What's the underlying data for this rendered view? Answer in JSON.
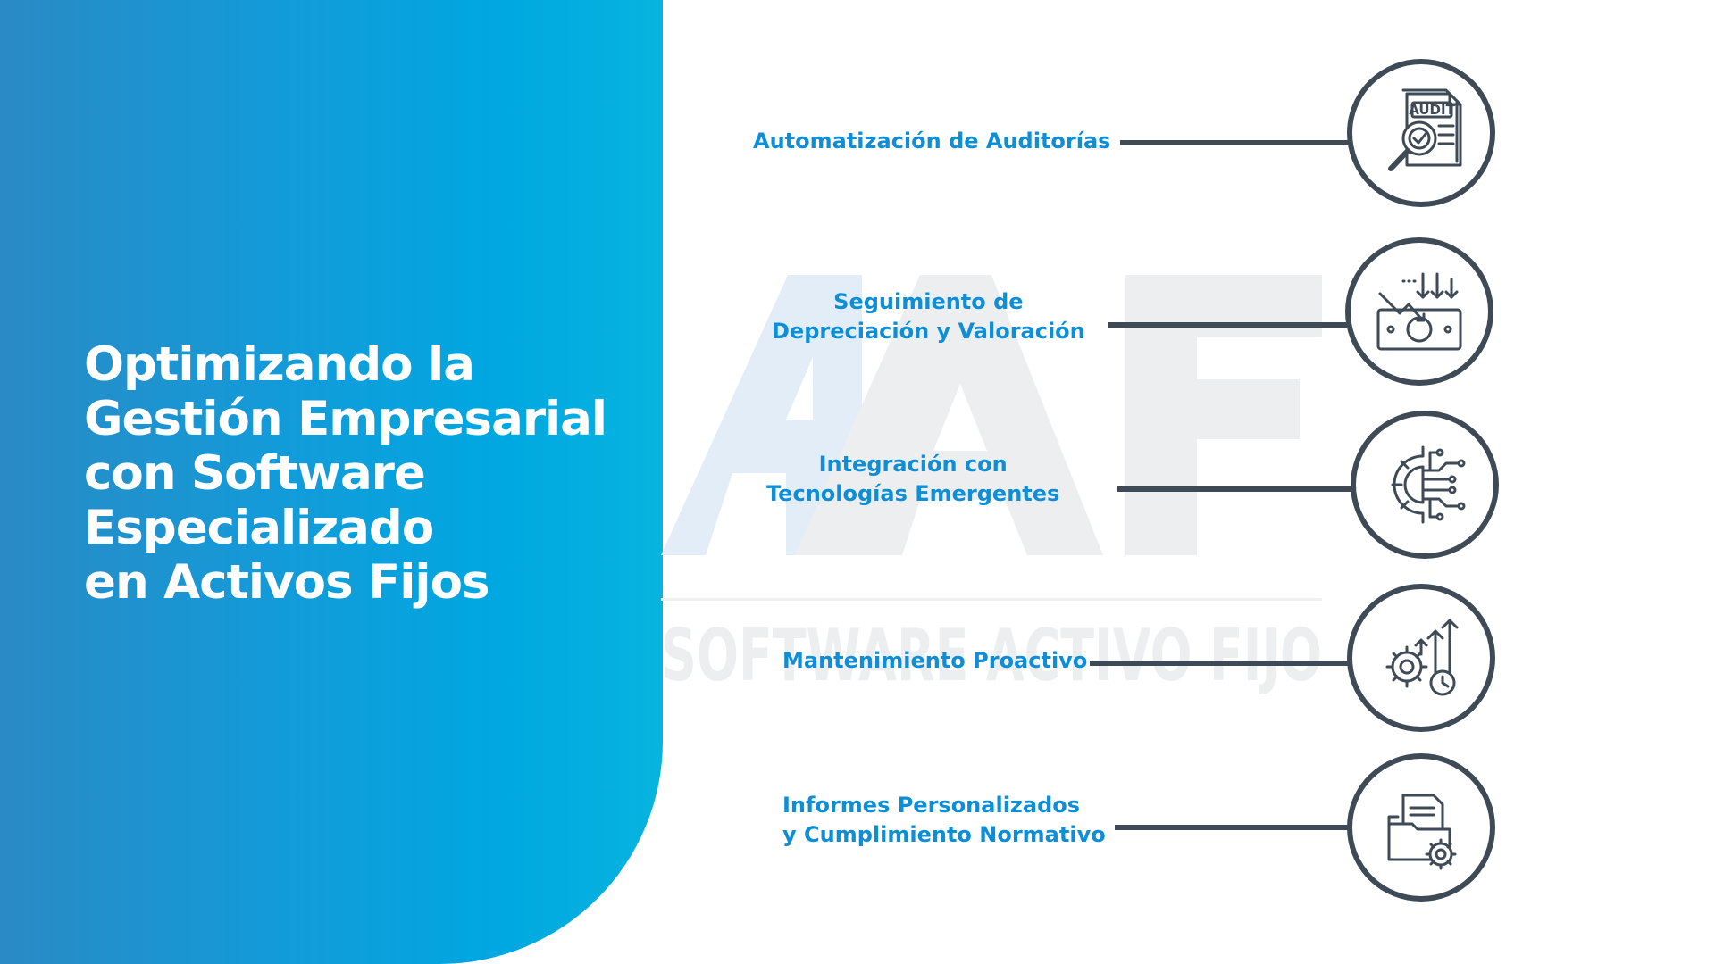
{
  "title_lines": [
    "Optimizando la",
    "Gestión Empresarial",
    "con Software",
    "Especializado",
    "en Activos Fijos"
  ],
  "watermark": {
    "logo_text": "AAF",
    "tagline": "SOFTWARE ACTIVO FIJO"
  },
  "topics": [
    {
      "lines": [
        "Automatización de Auditorías"
      ],
      "icon": "audit-magnifier-icon",
      "icon_text": "AUDIT"
    },
    {
      "lines": [
        "Seguimiento de",
        "Depreciación y Valoración"
      ],
      "icon": "depreciation-money-icon"
    },
    {
      "lines": [
        "Integración con",
        "Tecnologías Emergentes"
      ],
      "icon": "gear-circuit-icon"
    },
    {
      "lines": [
        "Mantenimiento Proactivo"
      ],
      "icon": "maintenance-gears-icon"
    },
    {
      "lines": [
        "Informes Personalizados",
        "y Cumplimiento Normativo"
      ],
      "icon": "report-folder-gear-icon"
    }
  ],
  "colors": {
    "accent": "#0e8ed6",
    "dark": "#3f4a57",
    "panel_start": "#2a8ac4",
    "panel_end": "#06b4df"
  }
}
